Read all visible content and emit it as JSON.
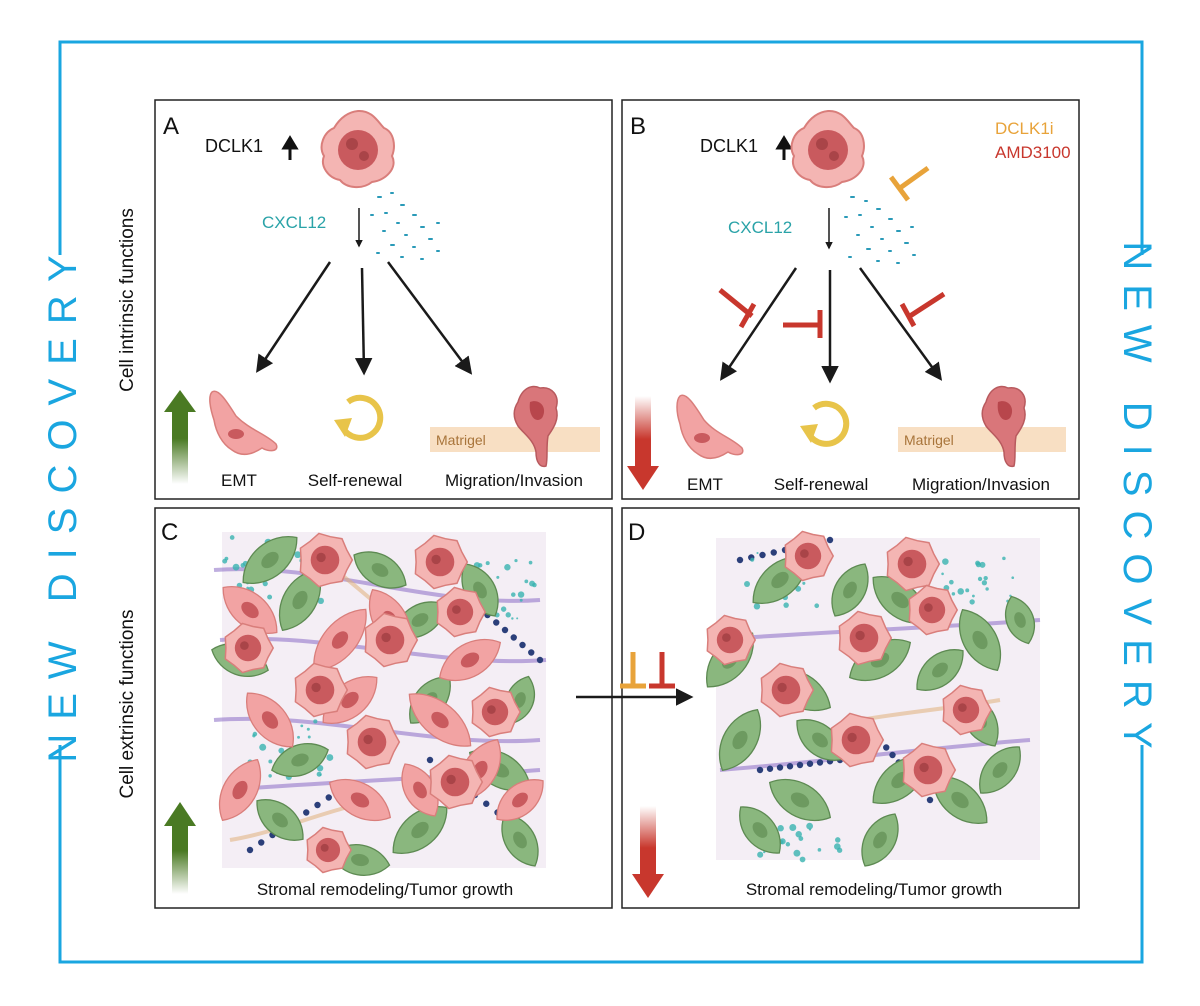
{
  "frame": {
    "side_text_left": "NEW DISCOVERY",
    "side_text_right": "NEW DISCOVERY",
    "frame_color": "#1aa6e0"
  },
  "row_labels": {
    "top": "Cell intrinsic functions",
    "bottom": "Cell extrinsic functions"
  },
  "panels": {
    "A": {
      "letter": "A",
      "marker": "DCLK1",
      "ligand": "CXCL12",
      "outcomes": [
        "EMT",
        "Self-renewal",
        "Migration/Invasion"
      ],
      "matrigel": "Matrigel",
      "trend": "up"
    },
    "B": {
      "letter": "B",
      "marker": "DCLK1",
      "ligand": "CXCL12",
      "inhibitors": [
        "DCLK1i",
        "AMD3100"
      ],
      "outcomes": [
        "EMT",
        "Self-renewal",
        "Migration/Invasion"
      ],
      "matrigel": "Matrigel",
      "trend": "down"
    },
    "C": {
      "letter": "C",
      "caption": "Stromal remodeling/Tumor growth",
      "trend": "up"
    },
    "D": {
      "letter": "D",
      "caption": "Stromal remodeling/Tumor growth",
      "trend": "down"
    }
  },
  "colors": {
    "dclk1i": "#e8a33a",
    "amd3100": "#c8372d",
    "cxcl12": "#2aa3a8",
    "tumor_cell": "#e88d8d",
    "fibroblast_green": "#8ab77e",
    "caf_pink": "#f2a3a3",
    "up_arrow": "#4a7a23",
    "down_arrow": "#c8372d"
  }
}
